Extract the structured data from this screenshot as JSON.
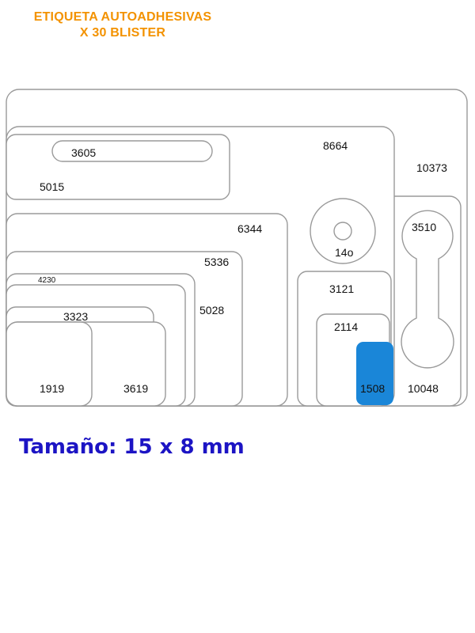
{
  "header": {
    "line1": "ETIQUETA AUTOADHESIVAS",
    "line2": "X 30 BLISTER",
    "color": "#f39200"
  },
  "labels": {
    "l10373": "10373",
    "l8664": "8664",
    "l3605": "3605",
    "l5015": "5015",
    "l6344": "6344",
    "l14o": "14o",
    "l3510": "3510",
    "l5336": "5336",
    "l4230": "4230",
    "l5028": "5028",
    "l3121": "3121",
    "l3323": "3323",
    "l2114": "2114",
    "l1919": "1919",
    "l3619": "3619",
    "l1508": "1508",
    "l10048": "10048"
  },
  "highlight": {
    "label": "1508",
    "color": "#1a86d8"
  },
  "size_text": "Tamaño: 15 x 8 mm",
  "size_color": "#1c14c4"
}
